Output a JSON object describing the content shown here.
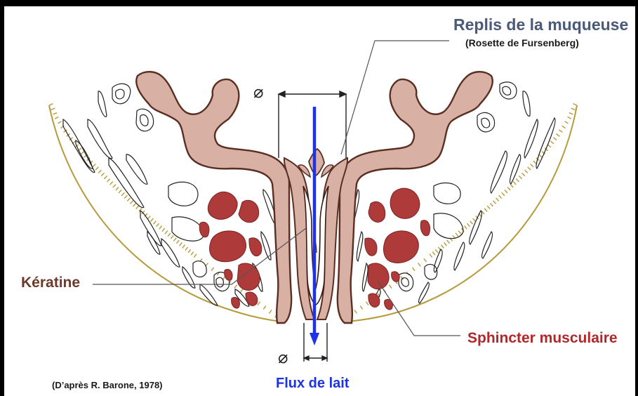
{
  "labels": {
    "replis": "Replis de la muqueuse",
    "rosette": "(Rosette de Fursenberg)",
    "keratine": "Kératine",
    "sphincter": "Sphincter musculaire",
    "source": "(D’après R. Barone, 1978)",
    "flux": "Flux de lait",
    "diameter_symbol": "⌀"
  },
  "colors": {
    "mucosa": "#d9b0a4",
    "mucosa_outline": "#5a2e22",
    "muscle": "#ae3a3a",
    "arrow": "#1e32e6",
    "skin_edge": "#b79a3c",
    "replis_text": "#4a5a78",
    "keratine_text": "#6b3a2a",
    "sphincter_text": "#b0282a"
  }
}
